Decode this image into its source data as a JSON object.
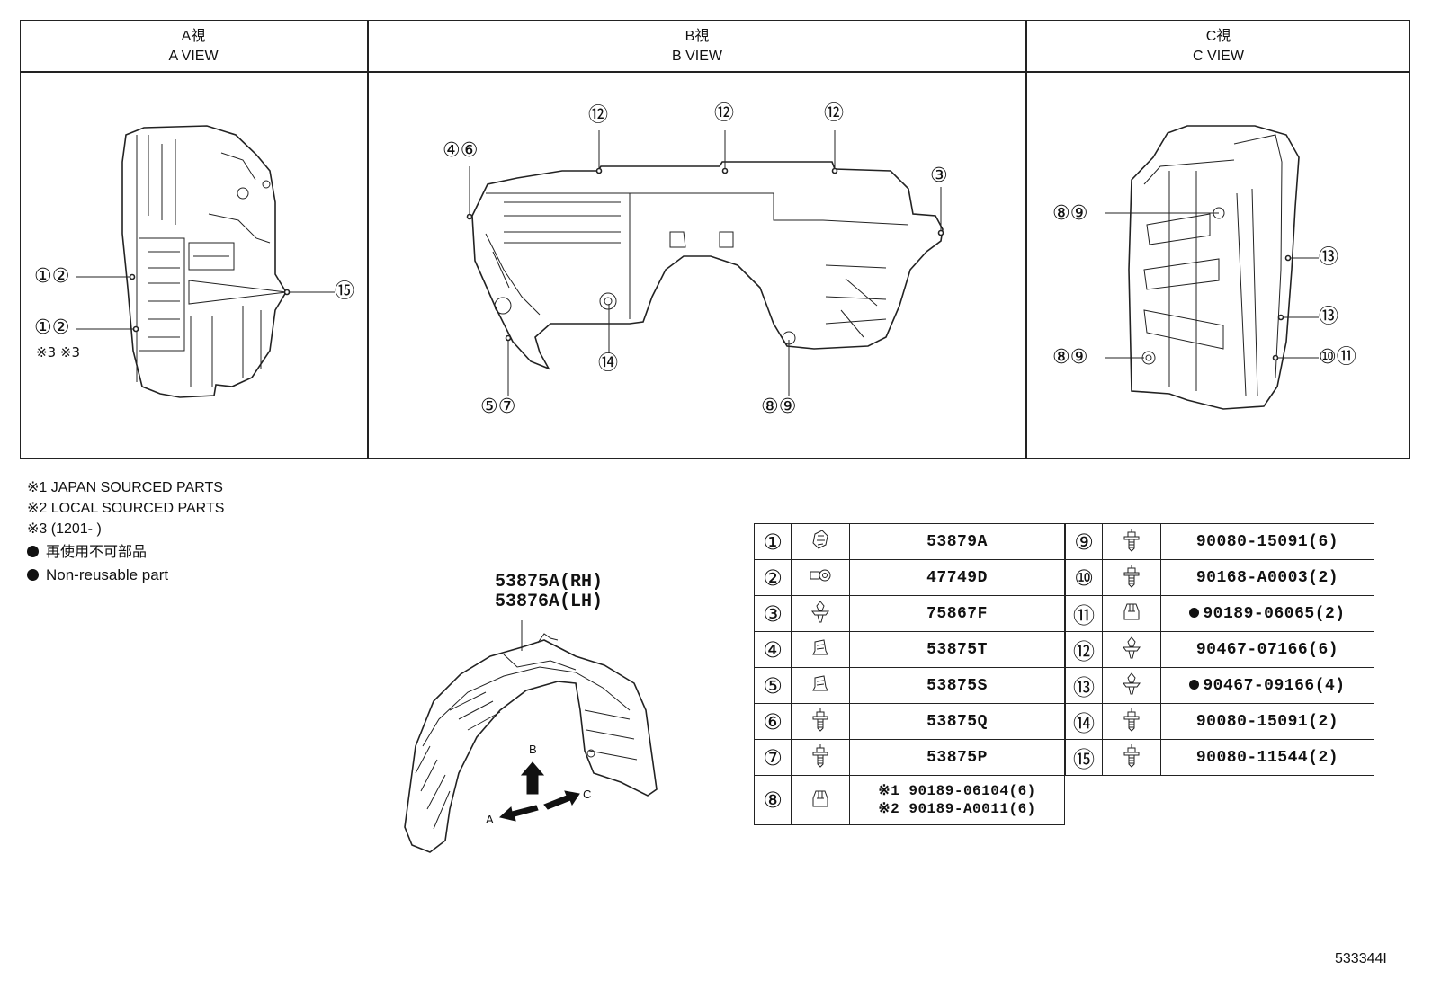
{
  "views": {
    "a": {
      "title_jp": "A視",
      "title_en": "A VIEW"
    },
    "b": {
      "title_jp": "B視",
      "title_en": "B VIEW"
    },
    "c": {
      "title_jp": "C視",
      "title_en": "C VIEW"
    }
  },
  "callouts": {
    "a1": "①②",
    "a2": "①②",
    "a2_note": "※3 ※3",
    "a3": "⑮",
    "b1": "④⑥",
    "b2": "⑫",
    "b3": "⑫",
    "b4": "⑫",
    "b5": "③",
    "b6": "⑭",
    "b7": "⑤⑦",
    "b8": "⑧⑨",
    "c1": "⑧⑨",
    "c2": "⑬",
    "c3": "⑬",
    "c4": "⑧⑨",
    "c5": "⑩⑪"
  },
  "notes": {
    "n1": "※1 JAPAN SOURCED PARTS",
    "n2": "※2 LOCAL SOURCED PARTS",
    "n3": "※3 (1201-        )",
    "n4": "再使用不可部品",
    "n5": "Non-reusable part"
  },
  "main_part": {
    "line1": "53875A(RH)",
    "line2": "53876A(LH)"
  },
  "arrows": {
    "a": "A",
    "b": "B",
    "c": "C"
  },
  "parts_left": [
    {
      "num": "①",
      "code": "53879A",
      "icon": "clip-icon"
    },
    {
      "num": "②",
      "code": "47749D",
      "icon": "grommet-icon"
    },
    {
      "num": "③",
      "code": "75867F",
      "icon": "push-clip-icon"
    },
    {
      "num": "④",
      "code": "53875T",
      "icon": "nut-clip-icon"
    },
    {
      "num": "⑤",
      "code": "53875S",
      "icon": "nut-clip-icon"
    },
    {
      "num": "⑥",
      "code": "53875Q",
      "icon": "screw-icon"
    },
    {
      "num": "⑦",
      "code": "53875P",
      "icon": "screw-icon"
    }
  ],
  "part8": {
    "num": "⑧",
    "line1": "※1 90189-06104(6)",
    "line2": "※2 90189-A0011(6)",
    "icon": "nut-icon"
  },
  "parts_right": [
    {
      "num": "⑨",
      "code": "90080-15091(6)",
      "bullet": false,
      "icon": "screw-icon"
    },
    {
      "num": "⑩",
      "code": "90168-A0003(2)",
      "bullet": false,
      "icon": "screw-icon"
    },
    {
      "num": "⑪",
      "code": "90189-06065(2)",
      "bullet": true,
      "icon": "nut-icon"
    },
    {
      "num": "⑫",
      "code": "90467-07166(6)",
      "bullet": false,
      "icon": "push-clip-icon"
    },
    {
      "num": "⑬",
      "code": "90467-09166(4)",
      "bullet": true,
      "icon": "push-clip-icon"
    },
    {
      "num": "⑭",
      "code": "90080-15091(2)",
      "bullet": false,
      "icon": "screw-icon"
    },
    {
      "num": "⑮",
      "code": "90080-11544(2)",
      "bullet": false,
      "icon": "screw-icon"
    }
  ],
  "figure_id": "533344I"
}
